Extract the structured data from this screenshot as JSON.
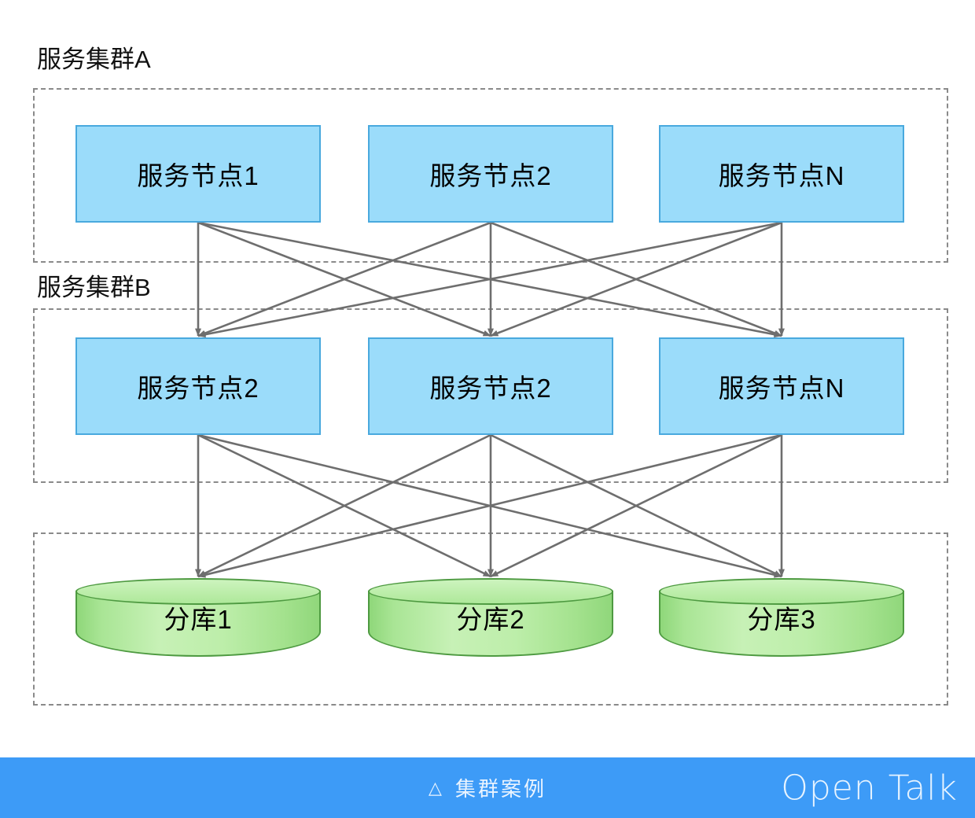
{
  "diagram": {
    "title_visible": false,
    "clusters": [
      {
        "id": "cluster-a",
        "label": "服务集群A",
        "nodes": [
          {
            "label": "服务节点1"
          },
          {
            "label": "服务节点2"
          },
          {
            "label": "服务节点N"
          }
        ]
      },
      {
        "id": "cluster-b",
        "label": "服务集群B",
        "nodes": [
          {
            "label": "服务节点2"
          },
          {
            "label": "服务节点2"
          },
          {
            "label": "服务节点N"
          }
        ]
      }
    ],
    "database_layer": {
      "databases": [
        {
          "label": "分库1"
        },
        {
          "label": "分库2"
        },
        {
          "label": "分库3"
        }
      ]
    },
    "colors": {
      "node_fill": "#9BDCFA",
      "node_border": "#49A9DE",
      "db_fill": "#BDEEAA",
      "db_border": "#4E9A41",
      "dashed_border": "#8A8A8A",
      "connector": "#6E6E6E",
      "footer_bar": "#3D9BF7",
      "footer_text": "#EAF4FF"
    }
  },
  "footer": {
    "triangle_icon": "△",
    "caption": "集群案例",
    "brand": "Open Talk"
  }
}
